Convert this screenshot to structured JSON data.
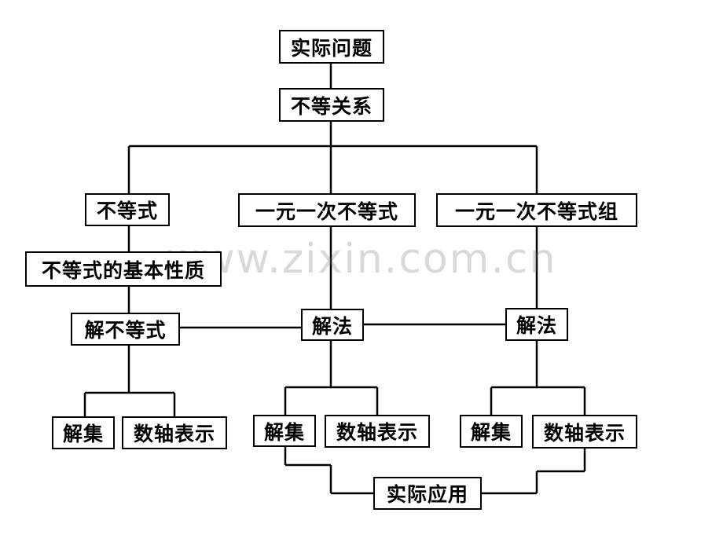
{
  "diagram": {
    "root": "实际问题",
    "relation": "不等关系",
    "branch_inequality": "不等式",
    "branch_linear": "一元一次不等式",
    "branch_system": "一元一次不等式组",
    "properties": "不等式的基本性质",
    "solve_inequality": "解不等式",
    "method_linear": "解法",
    "method_system": "解法",
    "left_solution_set": "解集",
    "left_number_line": "数轴表示",
    "middle_solution_set": "解集",
    "middle_number_line": "数轴表示",
    "right_solution_set": "解集",
    "right_number_line": "数轴表示",
    "application": "实际应用"
  },
  "watermark": "www.zixin.com.cn"
}
